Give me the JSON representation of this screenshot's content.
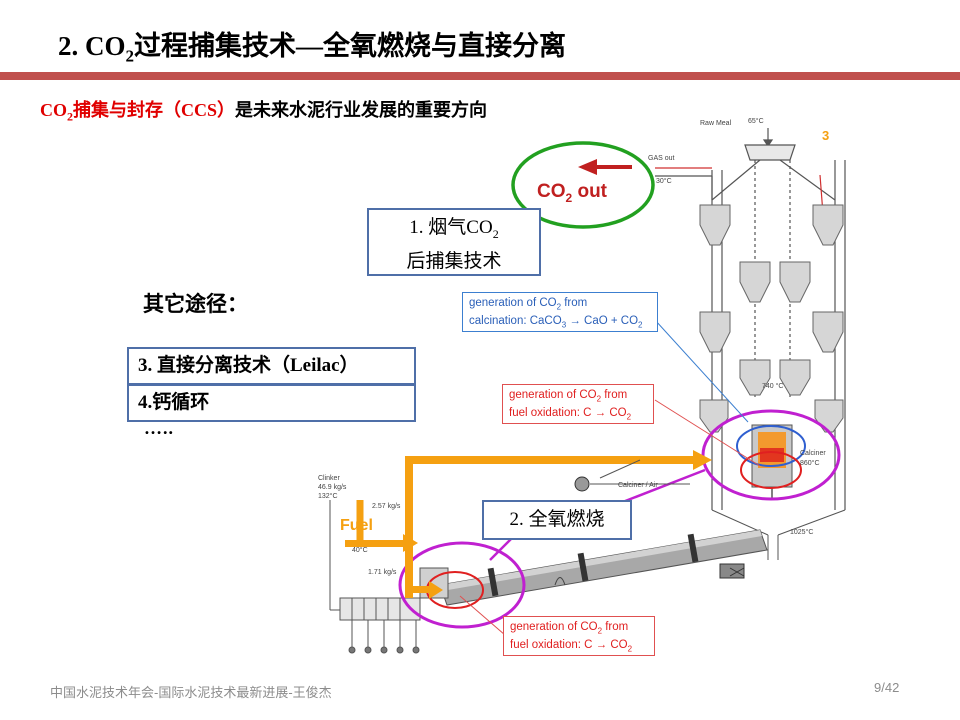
{
  "slide": {
    "title_prefix": "2. CO",
    "title_sub": "2",
    "title_rest": "过程捕集技术—全氧燃烧与直接分离",
    "subtitle_red_prefix": "CO",
    "subtitle_red_sub": "2",
    "subtitle_red_rest": "捕集与封存（CCS）",
    "subtitle_black": "是未来水泥行业发展的重要方向",
    "other_routes": "其它途径：",
    "method_1_line1": "1. 烟气CO",
    "method_1_line1_sub": "2",
    "method_1_line2": "后捕集技术",
    "method_2": "2. 全氧燃烧",
    "method_3": "3. 直接分离技术（Leilac）",
    "method_4": "4.钙循环",
    "ellipsis": "…..",
    "footer": "中国水泥技术年会-国际水泥技术最新进展-王俊杰",
    "page": "9/42"
  },
  "diagram": {
    "co2_out_prefix": "CO",
    "co2_out_sub": "2",
    "co2_out_suffix": " out",
    "raw_meal": "Raw Meal",
    "raw_meal_temp": "65°C",
    "gas_out": "GAS out",
    "gas_temp": "30°C",
    "stage_number": "3",
    "calcination_note_l1_prefix": "generation of CO",
    "calcination_note_l1_sub": "2",
    "calcination_note_l1_suffix": " from",
    "calcination_note_l2_prefix": "calcination: CaCO",
    "calcination_note_l2_sub": "3",
    "calcination_note_l2_mid": " → CaO + CO",
    "calcination_note_l2_sub2": "2",
    "fuel_note_l1_prefix": "generation of CO",
    "fuel_note_l1_sub": "2",
    "fuel_note_l1_suffix": " from",
    "fuel_note_l2_prefix": "fuel oxidation: C → CO",
    "fuel_note_l2_sub": "2",
    "temp_740": "740 °C",
    "calciner_label": "Calciner",
    "temp_860": "860°C",
    "calciner_air": "Calciner / Air",
    "clinker_l1": "Clinker",
    "clinker_l2": "46.9 kg/s",
    "clinker_l3": "132°C",
    "flow_257": "2.57 kg/s",
    "fuel": "Fuel",
    "temp_40": "40°C",
    "flow_171": "1.71 kg/s",
    "temp_1025": "1025°C"
  },
  "colors": {
    "accent_rule": "#c0504d",
    "box_border": "#4f6fa8",
    "highlight_red": "#e00000",
    "green_ring": "#22a020",
    "magenta_ring": "#c020d0",
    "orange_flow": "#f5a011",
    "note_blue": "#3c7fd0"
  }
}
